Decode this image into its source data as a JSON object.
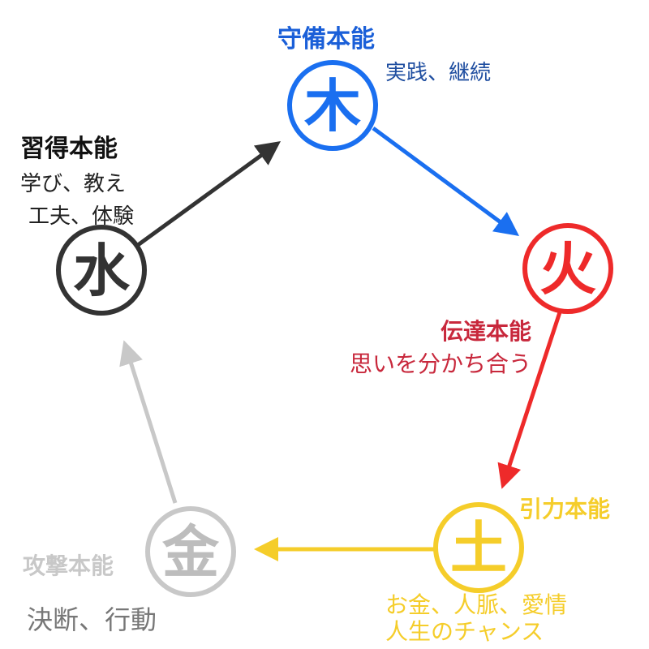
{
  "colors": {
    "wood": "#1a6ff0",
    "fire": "#ee2a2a",
    "earth": "#f5cd2a",
    "metal": "#c8c8c8",
    "water": "#333333"
  },
  "nodes": {
    "wood": {
      "glyph": "木",
      "title": "守備本能",
      "desc": [
        "実践、継続"
      ]
    },
    "fire": {
      "glyph": "火",
      "title": "伝達本能",
      "desc": [
        "思いを分かち合う"
      ]
    },
    "earth": {
      "glyph": "土",
      "title": "引力本能",
      "desc": [
        "お金、人脈、愛情",
        "人生のチャンス"
      ]
    },
    "metal": {
      "glyph": "金",
      "title": "攻撃本能",
      "desc": [
        "決断、行動"
      ]
    },
    "water": {
      "glyph": "水",
      "title": "習得本能",
      "desc": [
        "学び、教え",
        "工夫、体験"
      ]
    }
  }
}
